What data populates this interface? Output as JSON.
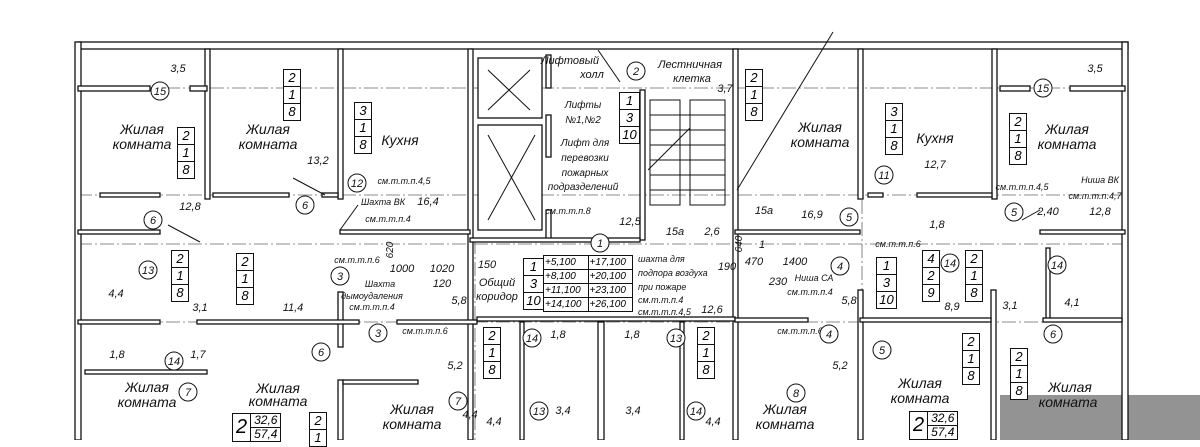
{
  "labels": [
    "Жилая",
    "комната",
    "Жилая",
    "комната",
    "Кухня",
    "3,5",
    "13,2",
    "12,8",
    "см.т.т.п.4,5",
    "Шахта ВК",
    "16,4",
    "см.т.т.п.4",
    "Лифтовый",
    "холл",
    "Лестничная",
    "клетка",
    "3,7",
    "Лифты",
    "№1,№2",
    "Лифт для",
    "перевозки",
    "пожарных",
    "подразделений",
    "см.т.т.п.8",
    "12,5",
    "15а",
    "16,9",
    "15а",
    "2,6",
    "Жилая",
    "комната",
    "Кухня",
    "3,5",
    "12,7",
    "см.т.т.п.4,5",
    "Ниша ВК",
    "см.т.т.п.4,7",
    "Жилая",
    "комната",
    "12,8",
    "2,40",
    "1,8",
    "4,4",
    "3,1",
    "11,4",
    "см.т.т.п.6",
    "Шахта",
    "дымоудаления",
    "см.т.т.п.4",
    "620",
    "1000",
    "1020",
    "120",
    "150",
    "Общий",
    "коридор",
    "5,8",
    "см.т.т.п.6",
    "1,8",
    "1,7",
    "5,2",
    "Жилая",
    "комната",
    "Жилая",
    "комната",
    "Жилая",
    "комната",
    "4,4",
    "шахта для",
    "подпора воздуха",
    "при пожаре",
    "см.т.т.п.4",
    "см.т.т.п.4,5",
    "12,6",
    "1,8",
    "1,8",
    "3,4",
    "3,4",
    "4,4",
    "4,4",
    "190",
    "470",
    "640",
    "1",
    "1400",
    "230",
    "Ниша СА",
    "см.т.т.п.4",
    "5,8",
    "см.т.т.п.6",
    "5,2",
    "Жилая",
    "комната",
    "см.т.т.п.6",
    "8,9",
    "3,1",
    "4,1",
    "Жилая",
    "комната",
    "Жилая",
    "комната"
  ],
  "circles": [
    "15",
    "6",
    "6",
    "12",
    "2",
    "5",
    "15",
    "11",
    "5",
    "13",
    "3",
    "3",
    "6",
    "14",
    "7",
    "7",
    "1",
    "14",
    "13",
    "13",
    "14",
    "4",
    "4",
    "8",
    "14",
    "14",
    "6",
    "5"
  ],
  "stacks": [
    [
      "2",
      "1",
      "8"
    ],
    [
      "2",
      "1",
      "8"
    ],
    [
      "3",
      "1",
      "8"
    ],
    [
      "1",
      "3",
      "10"
    ],
    [
      "2",
      "1",
      "8"
    ],
    [
      "3",
      "1",
      "8"
    ],
    [
      "2",
      "1",
      "8"
    ],
    [
      "2",
      "1",
      "8"
    ],
    [
      "2",
      "1",
      "8"
    ],
    [
      "1",
      "3",
      "10"
    ],
    [
      "2",
      "1",
      "8"
    ],
    [
      "2",
      "1",
      "8"
    ],
    [
      "1",
      "3",
      "10"
    ],
    [
      "4",
      "2",
      "9"
    ],
    [
      "2",
      "1",
      "8"
    ],
    [
      "2",
      "1",
      "8"
    ],
    [
      "2",
      "1",
      "8"
    ],
    [
      "2",
      "1"
    ]
  ],
  "elevation_table": [
    [
      "+5,100",
      "+17,100"
    ],
    [
      "+8,100",
      "+20,100"
    ],
    [
      "+11,100",
      "+23,100"
    ],
    [
      "+14,100",
      "+26,100"
    ]
  ],
  "area_tables": [
    {
      "rooms": "2",
      "living_area": "32,6",
      "total_area": "57,4"
    },
    {
      "rooms": "2",
      "living_area": "32,6",
      "total_area": "57,4"
    }
  ]
}
